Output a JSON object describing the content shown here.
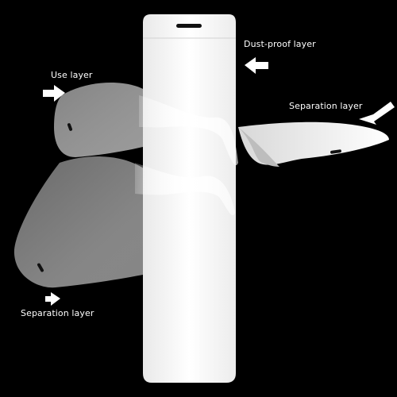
{
  "labels": {
    "dust_proof": "Dust-proof layer",
    "use": "Use layer",
    "separation_right": "Separation layer",
    "separation_bottom": "Separation layer"
  },
  "colors": {
    "background": "#000000",
    "film": "#ffffff",
    "arrow": "#ffffff"
  },
  "icons": [
    "arrow-right-icon",
    "arrow-left-icon",
    "arrow-down-left-icon",
    "notch-icon"
  ]
}
